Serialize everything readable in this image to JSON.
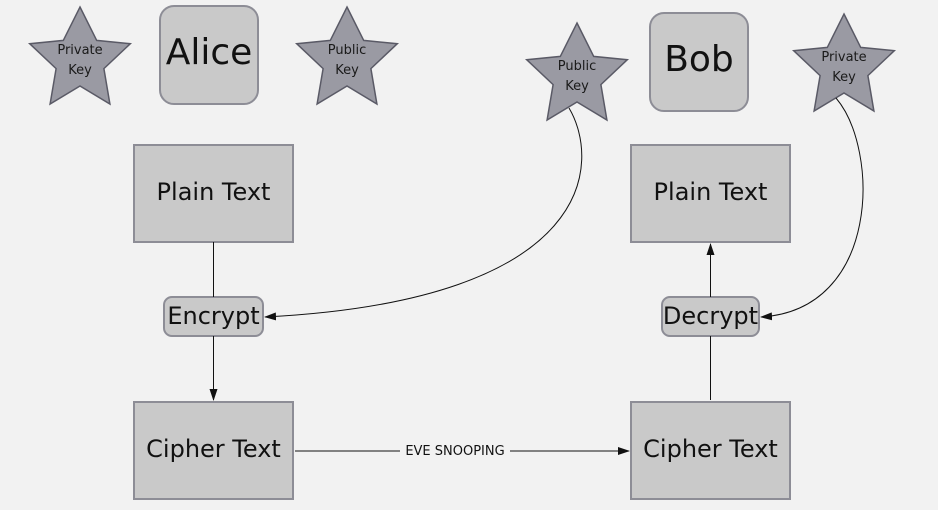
{
  "colors": {
    "background": "#f2f2f2",
    "box_fill": "#c9c9c9",
    "box_stroke": "#8d8d96",
    "star_fill": "#9a9aa3",
    "star_stroke": "#5a5a66",
    "edge": "#111111"
  },
  "alice": {
    "name": "Alice",
    "private_key": {
      "line1": "Private",
      "line2": "Key"
    },
    "public_key": {
      "line1": "Public",
      "line2": "Key"
    },
    "plain_text": "Plain Text",
    "encrypt": "Encrypt",
    "cipher_text": "Cipher Text"
  },
  "bob": {
    "name": "Bob",
    "public_key": {
      "line1": "Public",
      "line2": "Key"
    },
    "private_key": {
      "line1": "Private",
      "line2": "Key"
    },
    "plain_text": "Plain Text",
    "decrypt": "Decrypt",
    "cipher_text": "Cipher Text"
  },
  "channel": {
    "label": "EVE SNOOPING"
  }
}
